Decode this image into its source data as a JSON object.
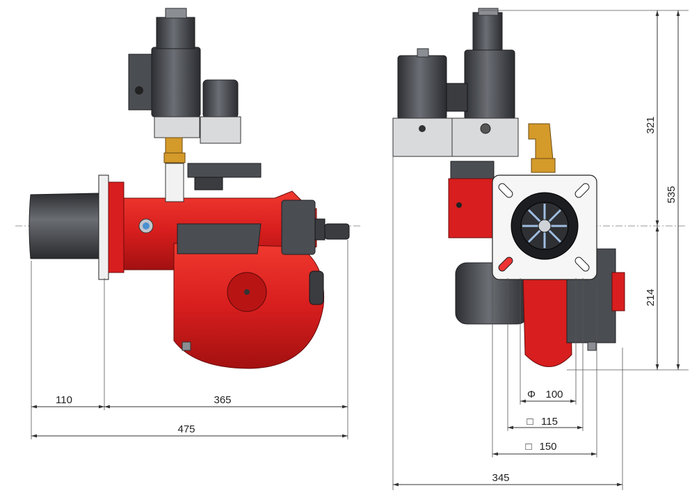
{
  "drawing": {
    "views": [
      "side-view",
      "front-view"
    ],
    "dimensions": {
      "blast_tube_length": "110",
      "body_length": "365",
      "overall_length": "475",
      "top_to_axis": "321",
      "overall_height": "535",
      "axis_to_bottom": "214",
      "flange_diameter": "100",
      "square_115": "115",
      "square_150": "150",
      "overall_width": "345"
    },
    "symbols": {
      "diameter": "Φ",
      "square": "□"
    },
    "colors": {
      "body": "#d81e1e",
      "valves": "#4a4d52",
      "brass_fittings": "#d49a2a",
      "flange_plate": "#f6f6f6"
    }
  }
}
